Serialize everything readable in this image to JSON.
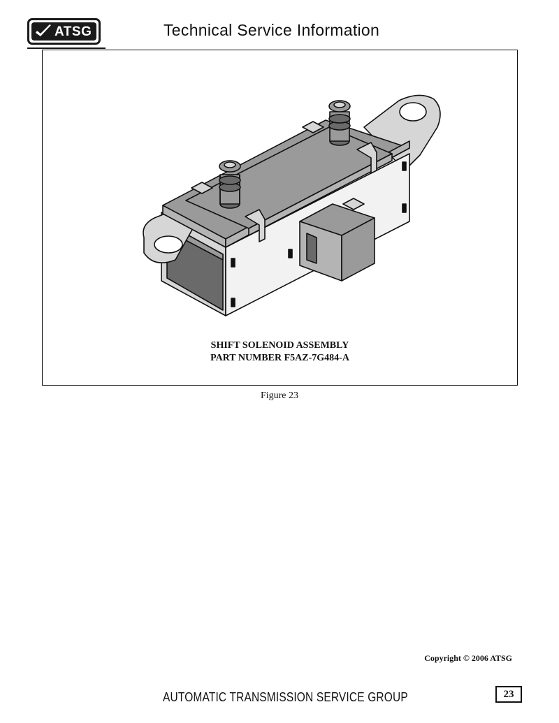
{
  "header": {
    "logo_text": "ATSG",
    "title": "Technical Service Information"
  },
  "figure": {
    "caption_line_1": "SHIFT SOLENOID ASSEMBLY",
    "caption_line_2": "PART NUMBER  F5AZ-7G484-A",
    "label": "Figure 23",
    "illustration_icon": "shift-solenoid-assembly-drawing"
  },
  "footer": {
    "copyright": "Copyright © 2006 ATSG",
    "organization": "AUTOMATIC TRANSMISSION SERVICE GROUP",
    "page_number": "23"
  },
  "colors": {
    "ink": "#111111",
    "body_gray": "#9a9a9a",
    "mid_gray": "#b4b4b4",
    "light_gray": "#d6d6d6",
    "dark_gray": "#6a6a6a"
  }
}
